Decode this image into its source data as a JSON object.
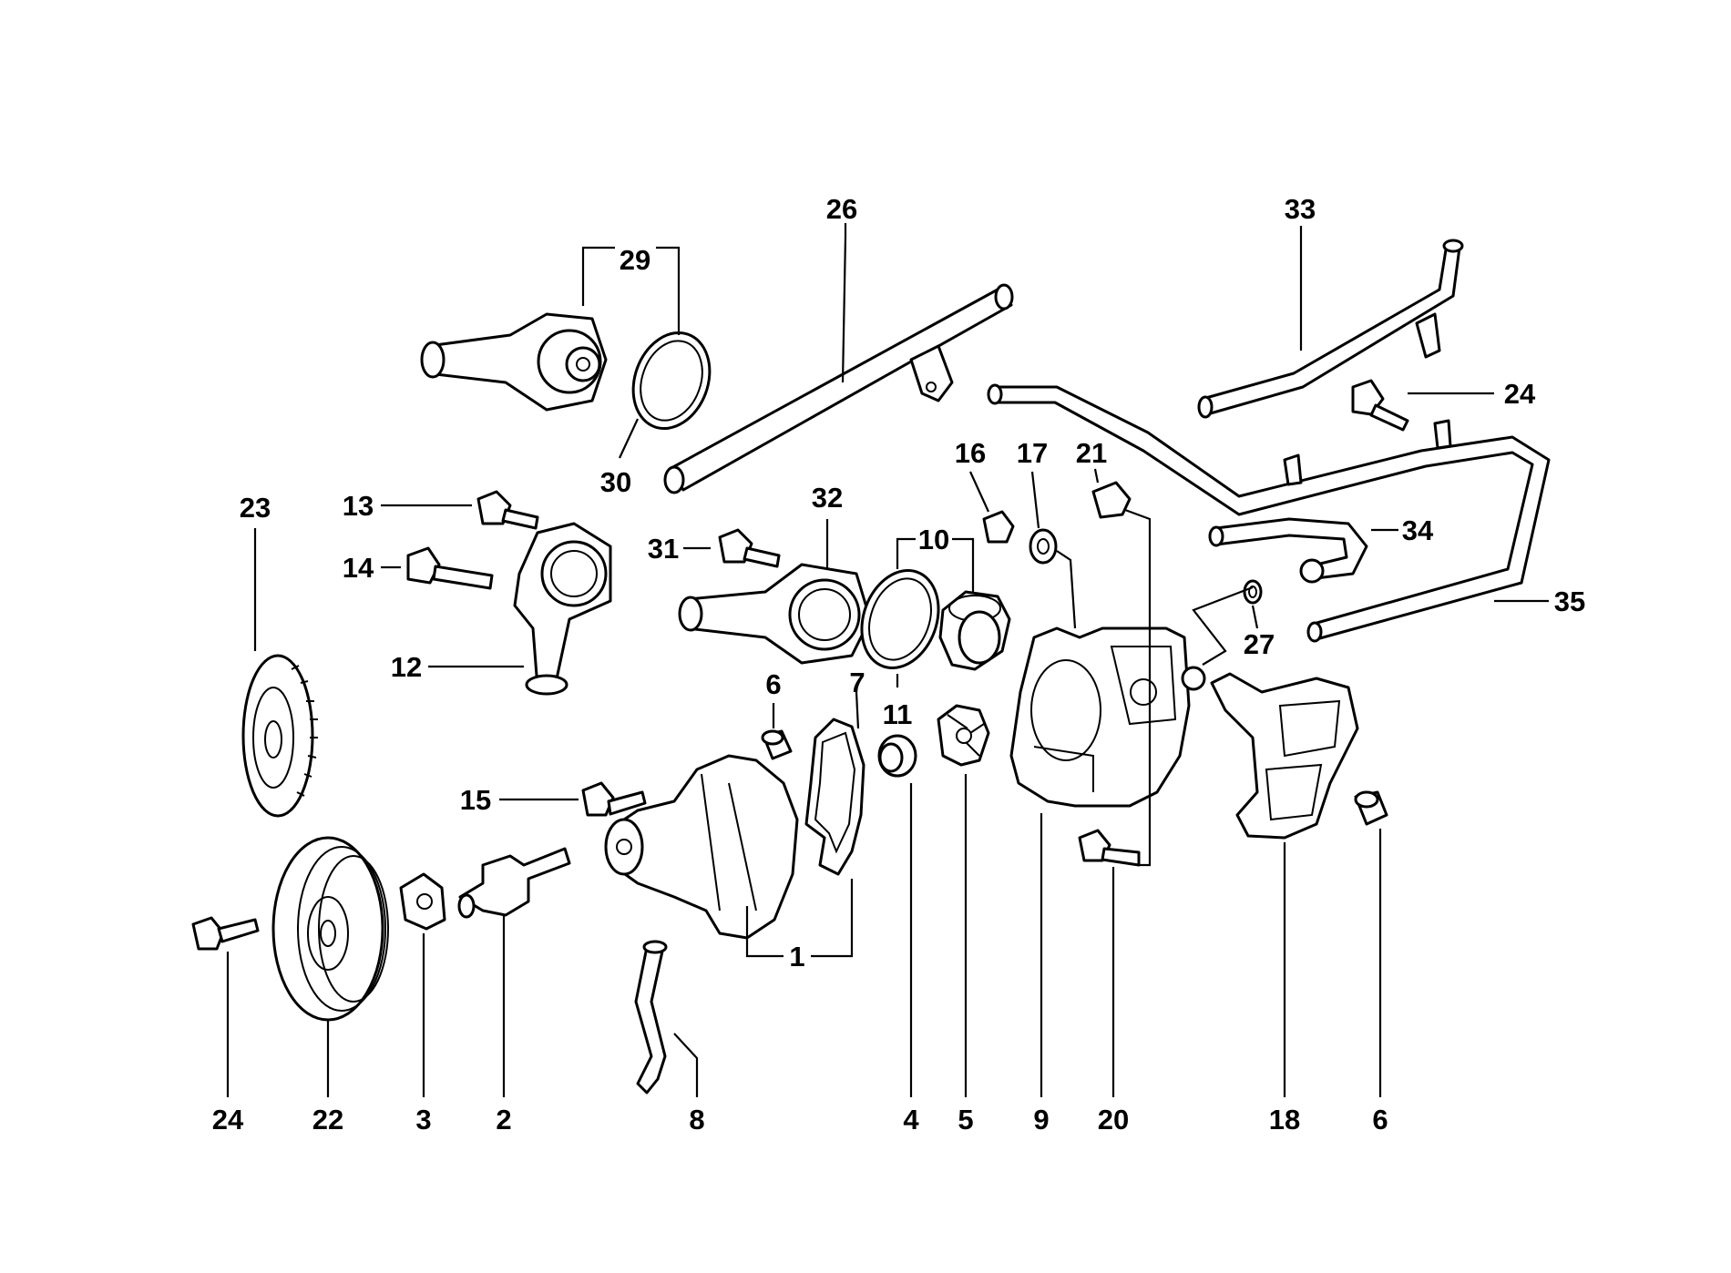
{
  "diagram": {
    "labels": {
      "l1": "1",
      "l2": "2",
      "l3": "3",
      "l4": "4",
      "l5": "5",
      "l6a": "6",
      "l6b": "6",
      "l7": "7",
      "l8": "8",
      "l9": "9",
      "l10": "10",
      "l11": "11",
      "l12": "12",
      "l13": "13",
      "l14": "14",
      "l15": "15",
      "l16": "16",
      "l17": "17",
      "l18": "18",
      "l20": "20",
      "l21": "21",
      "l22": "22",
      "l23": "23",
      "l24a": "24",
      "l24b": "24",
      "l26": "26",
      "l27": "27",
      "l29": "29",
      "l30": "30",
      "l31": "31",
      "l32": "32",
      "l33": "33",
      "l34": "34",
      "l35": "35"
    }
  }
}
